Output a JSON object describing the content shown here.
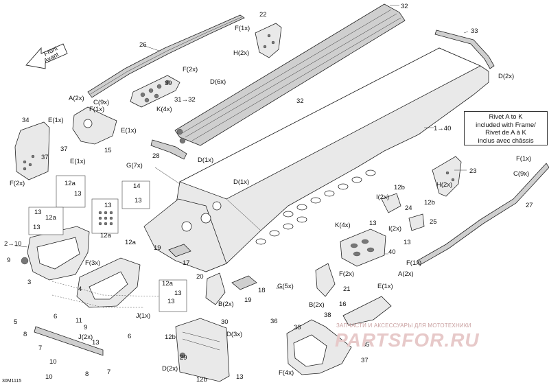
{
  "diagram_code": "30M1115",
  "note": {
    "line1": "Rivet A to K",
    "line2": "included with Frame/",
    "line3": "Rivet de A à K",
    "line4": "inclus avec châssis"
  },
  "direction_label": {
    "line1": "Front",
    "line2": "Avant"
  },
  "watermark": {
    "tagline": "ЗАПЧАСТИ И АКСЕССУАРЫ ДЛЯ МОТОТЕХНИКИ",
    "logo": "PARTSFOR.RU"
  },
  "callouts": [
    "32",
    "22",
    "F(1x)",
    "H(2x)",
    "33",
    "26",
    "D(6x)",
    "D(2x)",
    "39",
    "F(2x)",
    "A(2x)",
    "C(9x)",
    "F(1x)",
    "K(4x)",
    "31→32",
    "32",
    "34",
    "E(1x)",
    "E(1x)",
    "37",
    "15",
    "E(1x)",
    "37",
    "F(2x)",
    "28",
    "1→40",
    "G(7x)",
    "D(1x)",
    "D(1x)",
    "23",
    "H(2x)",
    "F(1x)",
    "C(9x)",
    "27",
    "12a",
    "13",
    "14",
    "13",
    "13",
    "13",
    "12a",
    "12a",
    "13",
    "2→10",
    "12a",
    "9",
    "12b",
    "I(2x)",
    "24",
    "12b",
    "13",
    "I(2x)",
    "25",
    "13",
    "K(4x)",
    "40",
    "F(1x)",
    "A(2x)",
    "19",
    "17",
    "F(3x)",
    "3",
    "20",
    "F(2x)",
    "21",
    "18",
    "19",
    "B(2x)",
    "G(5x)",
    "E(1x)",
    "B(2x)",
    "16",
    "12a",
    "13",
    "13",
    "4",
    "J(1x)",
    "30",
    "5",
    "11",
    "9",
    "6",
    "6",
    "D(3x)",
    "36",
    "38",
    "38",
    "35",
    "8",
    "J(2x)",
    "7",
    "10",
    "13",
    "12b",
    "29",
    "37",
    "D(2x)",
    "F(4x)",
    "10",
    "8",
    "7",
    "12b",
    "13"
  ]
}
